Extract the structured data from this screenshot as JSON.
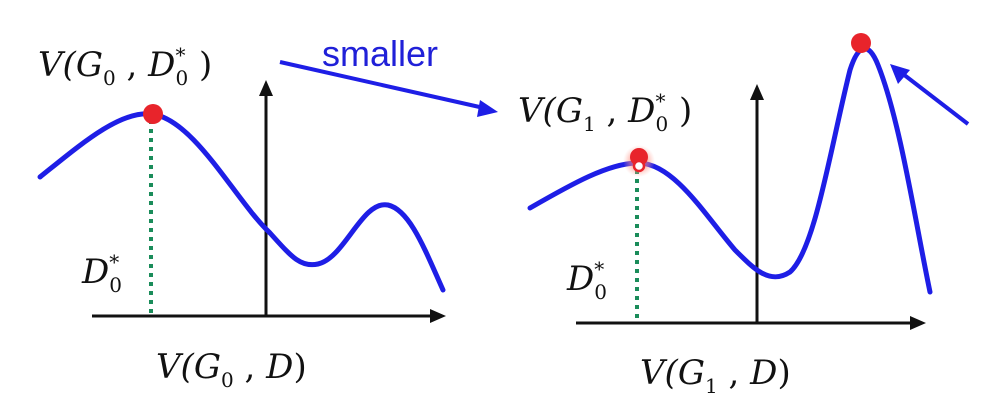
{
  "colors": {
    "curve": "#1e1ee6",
    "axis": "#111111",
    "marker": "#e8242b",
    "dotted": "#1a8c5a",
    "arrow": "#1e1ee6",
    "note": "#2020d8"
  },
  "left_plot": {
    "peak_label": {
      "V": "V(",
      "G": "G",
      "G_sub": "0",
      "sep": " , ",
      "D": "D",
      "D_sub": "0",
      "D_sup": "*",
      "close": " )"
    },
    "marker_label": {
      "D": "D",
      "sub": "0",
      "sup": "*"
    },
    "axis_label": {
      "V": "V(",
      "G": "G",
      "G_sub": "0",
      "sep": " , ",
      "D": "D",
      "close": ")"
    }
  },
  "transition_note": "smaller",
  "right_plot": {
    "peak_label": {
      "V": "V(",
      "G": "G",
      "G_sub": "1",
      "sep": " , ",
      "D": "D",
      "D_sub": "0",
      "D_sup": "*",
      "close": " )"
    },
    "marker_label": {
      "D": "D",
      "sub": "0",
      "sup": "*"
    },
    "axis_label": {
      "V": "V(",
      "G": "G",
      "G_sub": "1",
      "sep": " , ",
      "D": "D",
      "close": ")"
    }
  }
}
